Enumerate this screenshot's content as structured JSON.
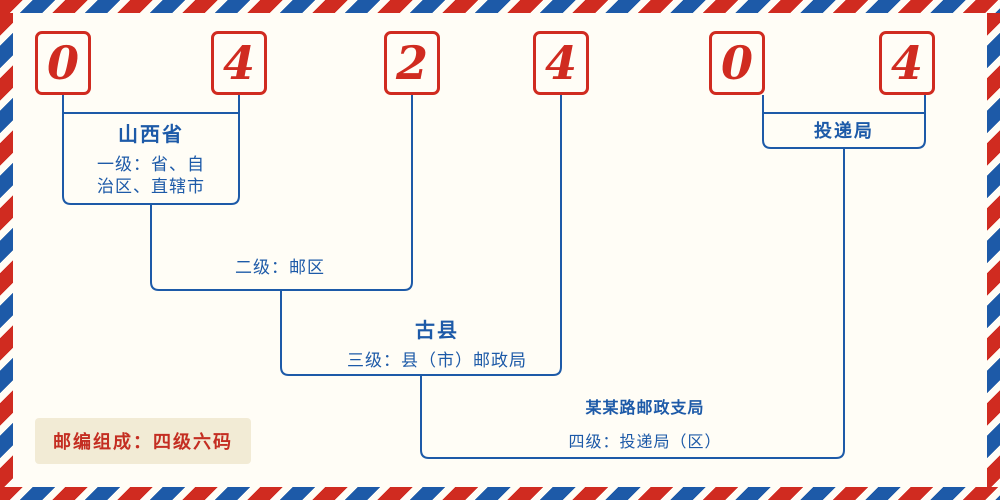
{
  "code": {
    "digits": [
      "0",
      "4",
      "2",
      "4",
      "0",
      "4"
    ]
  },
  "level1": {
    "region": "山西省",
    "desc_line1": "一级：省、自",
    "desc_line2": "治区、直辖市"
  },
  "level2": {
    "desc": "二级：邮区"
  },
  "level3": {
    "region": "古县",
    "desc": "三级：县（市）邮政局"
  },
  "level4": {
    "office": "投递局",
    "branch": "某某路邮政支局",
    "desc": "四级：投递局（区）"
  },
  "footer": {
    "note": "邮编组成：四级六码"
  },
  "colors": {
    "red": "#d02b20",
    "blue": "#1d5aa8",
    "badge_bg": "#f2ebd5",
    "background": "#fffdf6"
  }
}
